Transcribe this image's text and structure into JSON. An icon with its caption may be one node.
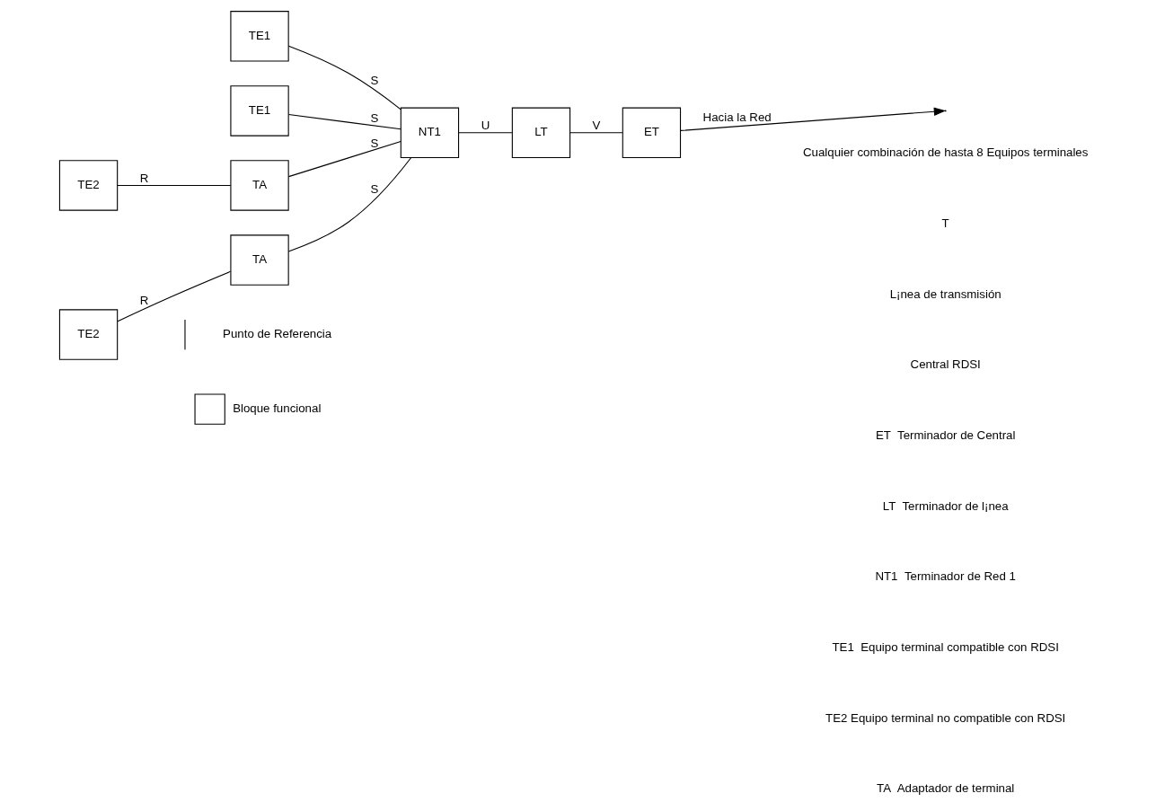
{
  "diagram": {
    "nodes": [
      {
        "text": [
          "TE1"
        ]
      },
      {
        "text": [
          "TE1"
        ]
      },
      {
        "text": [
          "TE2"
        ]
      },
      {
        "text": [
          "TA"
        ]
      },
      {
        "text": [
          "TE2"
        ]
      },
      {
        "text": [
          "TA"
        ]
      },
      {
        "text": [
          "NT1"
        ]
      },
      {
        "text": [
          "LT"
        ]
      },
      {
        "text": [
          "ET"
        ]
      }
    ],
    "edges": [
      {
        "from": 0,
        "to": 6,
        "arrow": "none",
        "label": "S"
      },
      {
        "from": 1,
        "to": 6,
        "arrow": "none",
        "label": "S"
      },
      {
        "from": 2,
        "to": 3,
        "arrow": "none",
        "label": "R"
      },
      {
        "from": 3,
        "to": 6,
        "arrow": "none",
        "label": "S"
      },
      {
        "from": 4,
        "to": 5,
        "arrow": "none",
        "label": "R"
      },
      {
        "from": 5,
        "to": 6,
        "arrow": "none",
        "label": "S"
      },
      {
        "from": 6,
        "to": 7,
        "arrow": "none",
        "label": "U"
      },
      {
        "from": 7,
        "to": 8,
        "arrow": "none",
        "label": "V"
      },
      {
        "from": 8,
        "to": null,
        "arrow": "to",
        "label": "Hacia la Red"
      }
    ],
    "labels": [
      "Cualquier combinación de hasta 8 Equipos terminales",
      "T",
      "L¡nea de transmisión",
      "Central RDSI",
      "ET  Terminador de Central",
      "LT  Terminador de l¡nea",
      "NT1  Terminador de Red 1",
      "TE1  Equipo terminal compatible con RDSI",
      "TE2 Equipo terminal no compatible con RDSI",
      "TA  Adaptador de terminal"
    ],
    "legend": [
      {
        "text": "Punto de Referencia"
      },
      {
        "text": "Bloque funcional"
      }
    ]
  }
}
